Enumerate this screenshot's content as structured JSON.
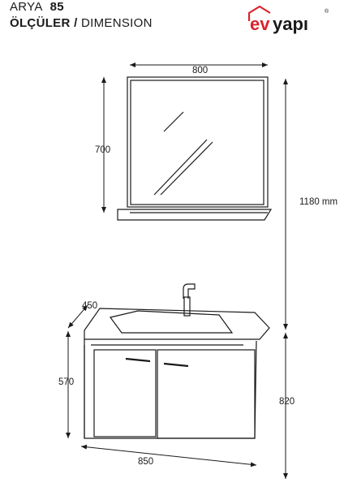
{
  "header": {
    "model_name": "ARYA",
    "model_number": "85",
    "title_bold": "ÖLÇÜLER /",
    "title_regular": "DIMENSION"
  },
  "logo": {
    "text_ev": "ev",
    "text_yapi": "yapı",
    "registered": "®",
    "brand_color": "#d9232d"
  },
  "dimensions": {
    "mirror_width": "800",
    "mirror_height": "700",
    "total_height": "1180 mm",
    "cabinet_depth": "450",
    "cabinet_height": "570",
    "cabinet_total": "820",
    "cabinet_width": "850"
  }
}
